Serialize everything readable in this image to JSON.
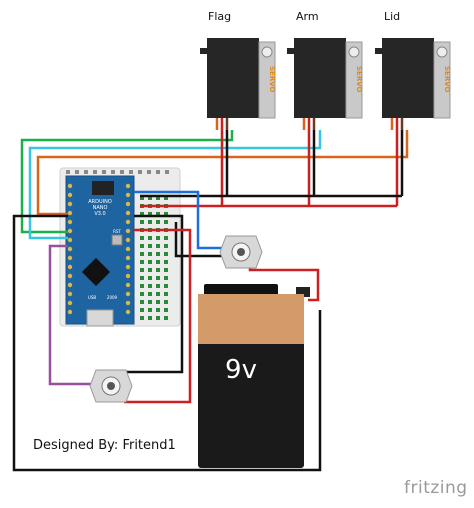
{
  "servos": [
    {
      "name": "Flag",
      "brand": "SERVO"
    },
    {
      "name": "Arm",
      "brand": "SERVO"
    },
    {
      "name": "Lid",
      "brand": "SERVO"
    }
  ],
  "board": {
    "line1": "ARDUINO",
    "line2": "NANO",
    "line3": "V3.0",
    "reset": "RST",
    "usb": "USB",
    "year": "2009"
  },
  "battery": {
    "label": "9v"
  },
  "credit": "Designed By: Fritend1",
  "brand": "fritzing",
  "colors": {
    "servo_body": "#262626",
    "battery_orange": "#d49a6a",
    "board": "#1e64a0",
    "wire_red": "#cc1f1f",
    "wire_black": "#111111",
    "wire_green": "#19b04a",
    "wire_cyan": "#36c6e0",
    "wire_blue": "#1a6fd8",
    "wire_orange": "#d9641a",
    "wire_purple": "#9a4f9e"
  }
}
